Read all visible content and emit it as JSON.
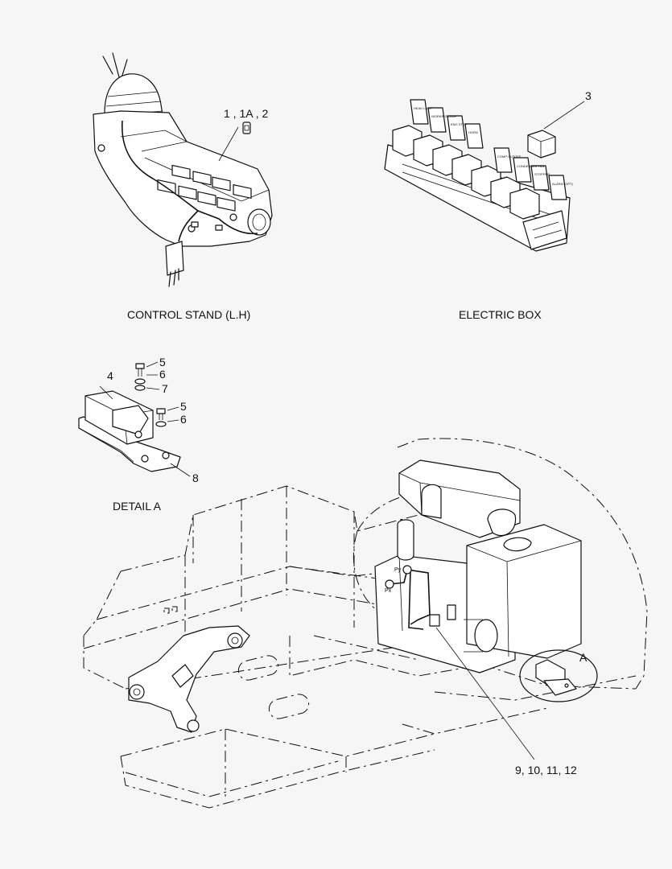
{
  "captions": {
    "control_stand": "CONTROL STAND (L.H)",
    "electric_box": "ELECTRIC BOX",
    "detail_a": "DETAIL  A"
  },
  "callouts": {
    "switch_items": "1 , 1A , 2",
    "relay_item": "3",
    "item_4": "4",
    "item_5a": "5",
    "item_6a": "6",
    "item_7": "7",
    "item_5b": "5",
    "item_6b": "6",
    "item_8": "8",
    "sensor_items": "9, 10, 11, 12",
    "detail_marker": "A"
  },
  "port_labels": {
    "py": "Py",
    "px": "Px"
  },
  "electric_box_labels": [
    "HEAD LAMP",
    "WORKING LAMP",
    "ENG STOP",
    "HORN",
    "COMP CUTOFF",
    "CONDENSER FAN",
    "STOPPER",
    "ALARM (OPT)"
  ]
}
